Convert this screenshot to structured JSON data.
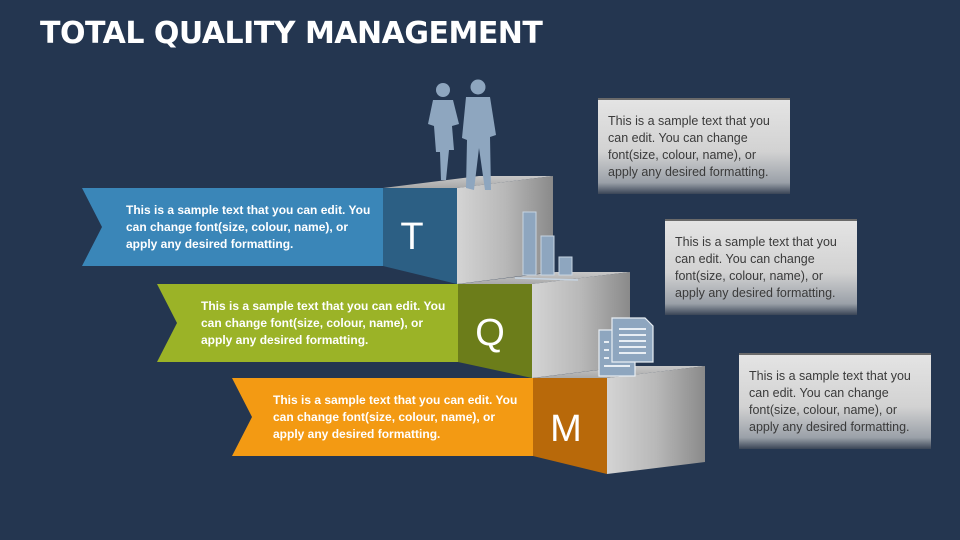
{
  "title": "TOTAL QUALITY MANAGEMENT",
  "steps": [
    {
      "letter": "T",
      "text": "This is a sample text that you can edit. You can change font(size, colour, name), or apply any desired formatting.",
      "color": "#3a86b8"
    },
    {
      "letter": "Q",
      "text": "This is a sample text that you can edit. You can change font(size, colour, name), or apply any desired formatting.",
      "color": "#9bb327"
    },
    {
      "letter": "M",
      "text": "This is a sample text that you can edit. You can change font(size, colour, name), or apply any desired formatting.",
      "color": "#f39a13"
    }
  ],
  "notes": [
    "This is a sample text that you can edit. You can change font(size, colour, name), or apply any desired formatting.",
    "This is a sample text that you can edit. You can change font(size, colour, name), or apply any desired formatting.",
    "This is a sample text that you can edit. You can change font(size, colour, name), or apply any desired formatting."
  ],
  "icons": [
    "business-people-icon",
    "bar-chart-icon",
    "documents-icon"
  ]
}
